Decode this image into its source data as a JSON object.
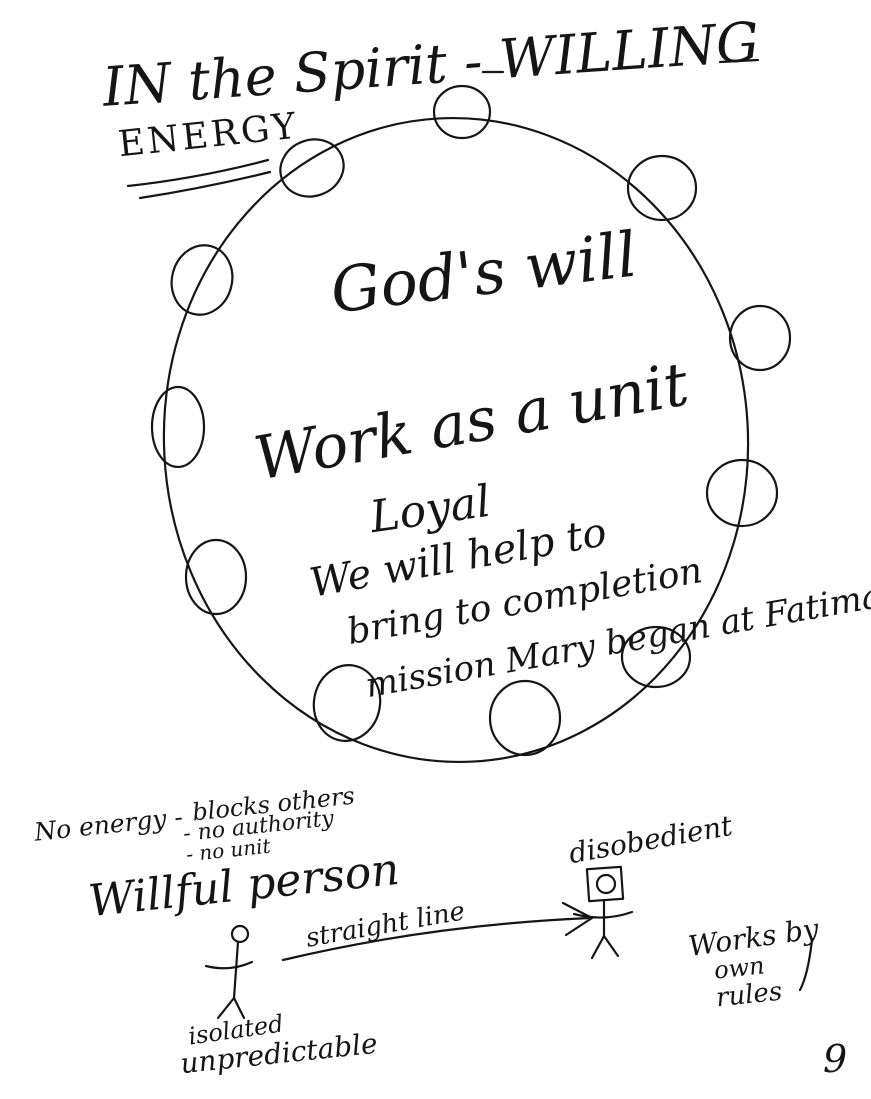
{
  "header": {
    "title": "IN the Spirit - WILLING",
    "subtitle": "ENERGY"
  },
  "circle": {
    "center_label": "God's will",
    "lines": [
      "Work as a unit",
      "Loyal",
      "We will help to",
      "bring to completion",
      "mission Mary began at Fatima"
    ],
    "member_count": 11
  },
  "lower": {
    "no_energy": "No energy -",
    "no_energy_items": [
      "blocks others",
      "- no authority",
      "- no unit"
    ],
    "willful_person": "Willful person",
    "straight_line": "straight line",
    "disobedient": "disobedient",
    "isolated": "isolated",
    "unpredictable": "unpredictable",
    "works_by": "Works by",
    "own": "own",
    "rules": "rules"
  },
  "page_number": "9"
}
